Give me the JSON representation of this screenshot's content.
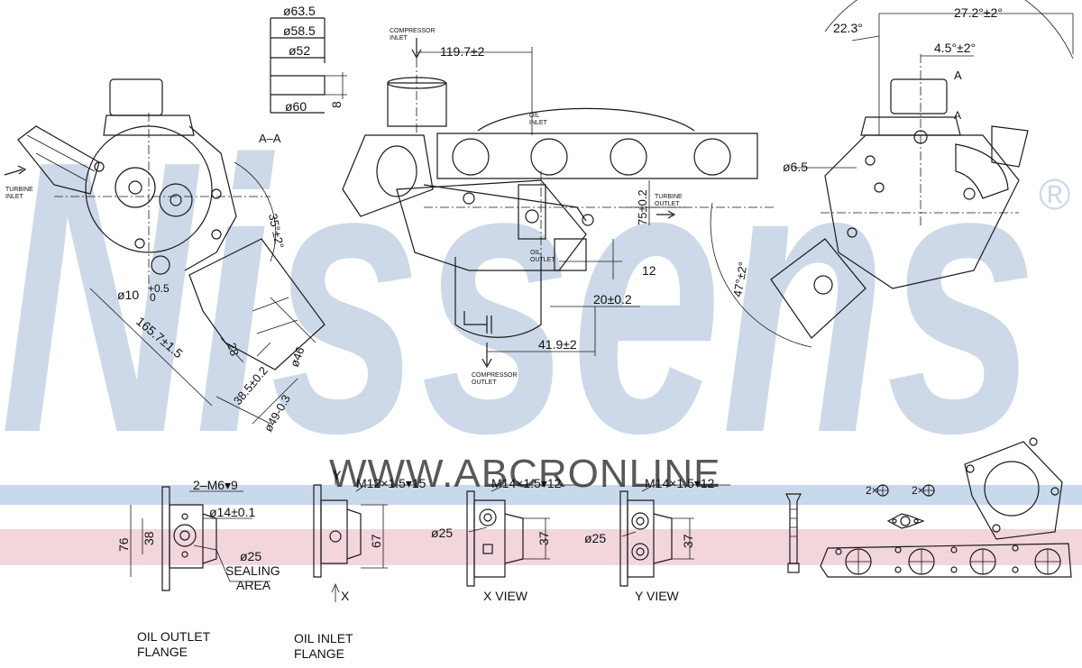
{
  "watermark": {
    "brand": "Nissens",
    "registered": "®",
    "url": "WWW.ABCRONLINE",
    "colors": {
      "brand": "#c5d3e4",
      "blue_band": "#c9d9ec",
      "pink_band": "#f2d6dc"
    }
  },
  "labels": {
    "section_aa": "A–A",
    "turbine_inlet": "TURBINE\nINLET",
    "compressor_inlet": "COMPRESSOR\nINLET",
    "oil_inlet": "OIL\nINLET",
    "oil_outlet": "OIL\nOUTLET",
    "turbine_outlet": "TURBINE\nOUTLET",
    "compressor_outlet": "COMPRESSOR\nOUTLET",
    "letter_a": "A",
    "letter_a2": "A",
    "sealing_area": "ø25\nSEALING\nAREA",
    "oil_outlet_flange": "OIL OUTLET\nFLANGE",
    "oil_inlet_flange": "OIL INLET\nFLANGE",
    "x_view": "X VIEW",
    "y_view": "Y VIEW",
    "x": "X",
    "y": "Y"
  },
  "dimensions": {
    "d63_5": "ø63.5",
    "d58_5": "ø58.5",
    "d52": "ø52",
    "d60": "ø60",
    "d8": "8",
    "d119_7": "119.7±2",
    "d75": "75±0.2",
    "d12": "12",
    "d20": "20±0.2",
    "d41_9": "41.9±2",
    "d35": "35°±2°",
    "d10": "ø10",
    "d10_tol_up": "+0.5",
    "d10_tol_dn": "0",
    "d165_7": "165.7±1.5",
    "d28": "28",
    "d38_5": "38.5±0.2",
    "d46": "ø46",
    "d49": "ø49-0.3",
    "d22_3": "22.3°",
    "d27_2": "27.2°±2°",
    "d4_5": "4.5°±2°",
    "d6_5": "ø6.5",
    "d47": "47°±2°",
    "m6": "2–M6▾9",
    "d14": "ø14±0.1",
    "d76": "76",
    "d38": "38",
    "m12_15": "M12×1.5▾15",
    "d67": "67",
    "m14_a": "M14×1.5▾12",
    "d25_a": "ø25",
    "d37_a": "37",
    "m14_b": "M14×1.5▾12",
    "d25_b": "ø25",
    "d37_b": "37",
    "qty2x_a": "2×",
    "qty2x_b": "2×"
  }
}
